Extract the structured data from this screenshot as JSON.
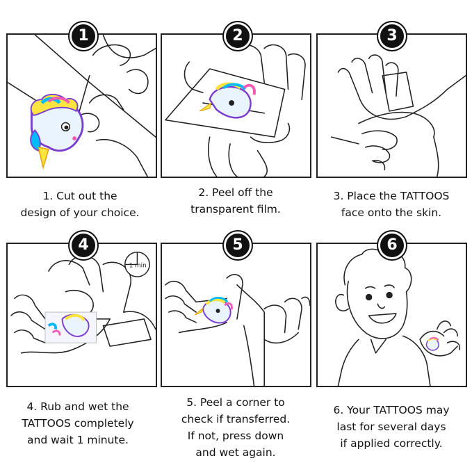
{
  "steps": [
    {
      "number": "1",
      "caption": "1. Cut out the\ndesign of your choice."
    },
    {
      "number": "2",
      "caption": "2. Peel off the\ntransparent film."
    },
    {
      "number": "3",
      "caption": "3. Place the TATTOOS\nface onto the skin."
    },
    {
      "number": "4",
      "caption": "4. Rub and wet the\nTATTOOS completely\nand wait 1 minute."
    },
    {
      "number": "5",
      "caption": "5. Peel a corner to\ncheck if transferred.\nIf not, press down\nand wet again."
    },
    {
      "number": "6",
      "caption": "6. Your TATTOOS may\nlast for several days\nif applied correctly."
    }
  ],
  "timer": {
    "label": "1 min"
  },
  "colors": {
    "line": "#222222",
    "unicorn_purple": "#9b5de5",
    "unicorn_pink": "#f15bb5",
    "unicorn_yellow": "#fee440",
    "unicorn_blue": "#00bbf9",
    "unicorn_teal": "#00f5d4"
  }
}
